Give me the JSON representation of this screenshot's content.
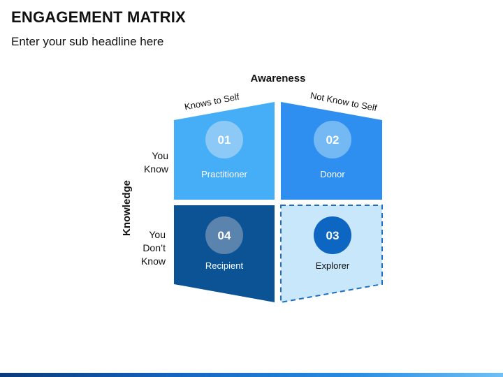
{
  "title": "ENGAGEMENT MATRIX",
  "subtitle": "Enter your sub headline here",
  "axes": {
    "top_label": "Awareness",
    "left_label": "Knowledge",
    "col1_label": "Knows to Self",
    "col2_label": "Not Know to Self",
    "row1_label_line1": "You",
    "row1_label_line2": "Know",
    "row2_label_line1": "You",
    "row2_label_line2": "Don’t",
    "row2_label_line3": "Know"
  },
  "quadrants": [
    {
      "number": "01",
      "label": "Practitioner",
      "fill": "#46aef7"
    },
    {
      "number": "02",
      "label": "Donor",
      "fill": "#2f8ff0"
    },
    {
      "number": "03",
      "label": "Explorer",
      "fill": "#c9e7fb"
    },
    {
      "number": "04",
      "label": "Recipient",
      "fill": "#0b5394"
    }
  ],
  "colors": {
    "circle_light": "#8cc9f7",
    "circle_dark": "#0d66c2",
    "dash": "#1d6fc4"
  }
}
